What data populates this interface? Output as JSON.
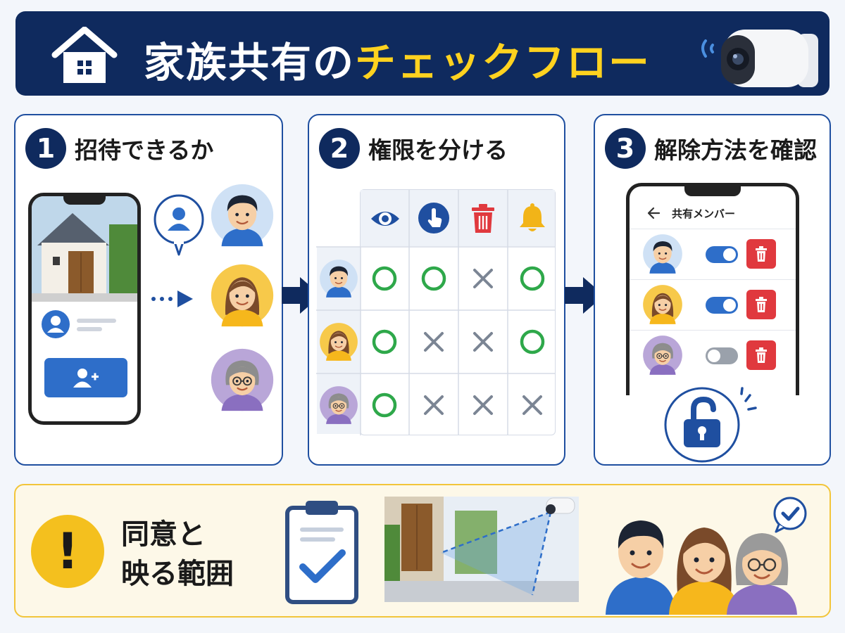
{
  "header": {
    "title_part1": "家族共有の",
    "title_part2": "チェックフロー"
  },
  "colors": {
    "navy": "#0f2a5e",
    "accent_yellow": "#ffd21f",
    "check_green": "#2ea84a",
    "cross_gray": "#7b8594",
    "trash_red": "#e0393e",
    "toggle_blue": "#2e6ec9"
  },
  "steps": [
    {
      "number": "1",
      "title": "招待できるか"
    },
    {
      "number": "2",
      "title": "権限を分ける"
    },
    {
      "number": "3",
      "title": "解除方法を確認"
    }
  ],
  "permissions": {
    "columns": [
      "eye-icon",
      "tap-icon",
      "trash-icon",
      "bell-icon"
    ],
    "rows": [
      {
        "member": "father",
        "marks": [
          "○",
          "○",
          "×",
          "○"
        ]
      },
      {
        "member": "mother",
        "marks": [
          "○",
          "×",
          "×",
          "○"
        ]
      },
      {
        "member": "grandmother",
        "marks": [
          "○",
          "×",
          "×",
          "×"
        ]
      }
    ]
  },
  "members_screen": {
    "title": "共有メンバー",
    "members": [
      {
        "member": "father",
        "enabled": true
      },
      {
        "member": "mother",
        "enabled": true
      },
      {
        "member": "grandmother",
        "enabled": false
      }
    ]
  },
  "notice": {
    "line1": "同意と",
    "line2": "映る範囲"
  }
}
